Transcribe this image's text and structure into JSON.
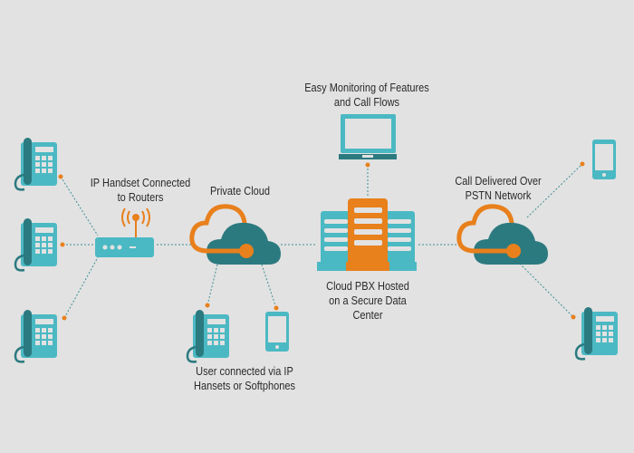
{
  "colors": {
    "background": "#e2e2e2",
    "teal_light": "#4bb9c3",
    "teal_dark": "#2b7a80",
    "orange": "#e8801c",
    "connector": "#3f8f95",
    "text": "#2a2a2a"
  },
  "labels": {
    "monitoring": [
      "Easy Monitoring of Features",
      "and Call Flows"
    ],
    "ip_handset": [
      "IP Handset Connected",
      "to Routers"
    ],
    "private_cloud": [
      "Private Cloud"
    ],
    "pstn": [
      "Call Delivered Over",
      "PSTN Network"
    ],
    "cloud_pbx": [
      "Cloud PBX Hosted",
      "on a Secure Data",
      "Center"
    ],
    "user_connected": [
      "User connected via IP",
      "Hansets or Softphones"
    ]
  },
  "nodes": [
    {
      "id": "desk-phone-1",
      "icon": "desk-phone-icon"
    },
    {
      "id": "desk-phone-2",
      "icon": "desk-phone-icon"
    },
    {
      "id": "desk-phone-3",
      "icon": "desk-phone-icon"
    },
    {
      "id": "router",
      "icon": "router-icon"
    },
    {
      "id": "private-cloud",
      "icon": "cloud-icon"
    },
    {
      "id": "user-desk-phone",
      "icon": "desk-phone-icon"
    },
    {
      "id": "user-smartphone",
      "icon": "smartphone-icon"
    },
    {
      "id": "monitoring-laptop",
      "icon": "laptop-icon"
    },
    {
      "id": "pbx-servers",
      "icon": "server-icon"
    },
    {
      "id": "pstn-cloud",
      "icon": "cloud-icon"
    },
    {
      "id": "pstn-smartphone",
      "icon": "smartphone-icon"
    },
    {
      "id": "pstn-desk-phone",
      "icon": "desk-phone-icon"
    }
  ]
}
